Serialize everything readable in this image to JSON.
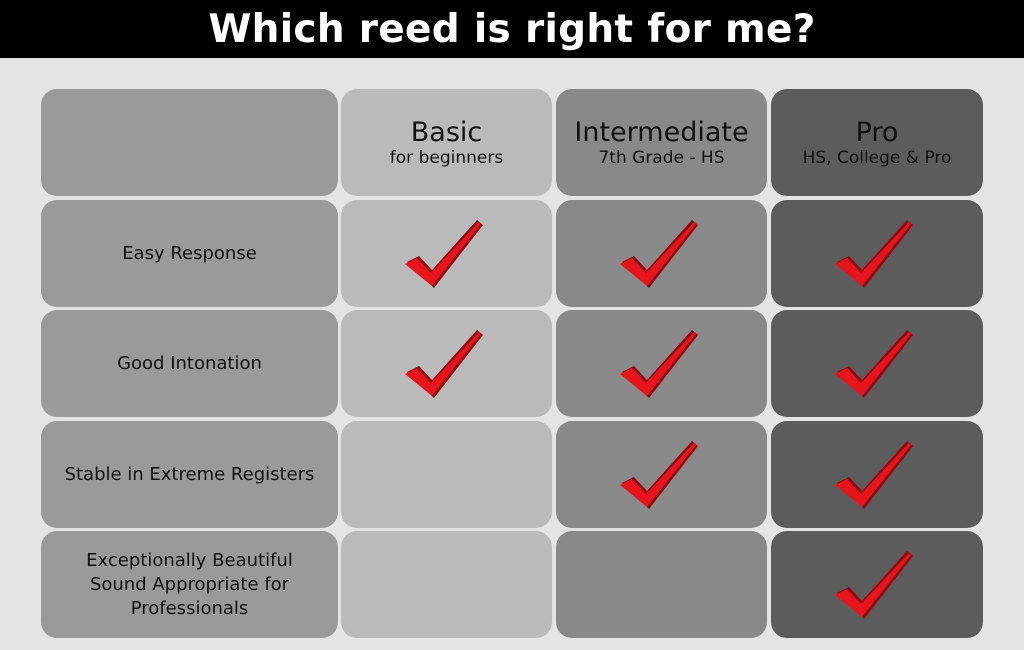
{
  "title": "Which reed is right for me?",
  "tiers": [
    {
      "name": "Basic",
      "subtitle": "for beginners"
    },
    {
      "name": "Intermediate",
      "subtitle": "7th Grade - HS"
    },
    {
      "name": "Pro",
      "subtitle": "HS, College & Pro"
    }
  ],
  "features": [
    {
      "label": "Easy Response",
      "basic": true,
      "intermediate": true,
      "pro": true
    },
    {
      "label": "Good Intonation",
      "basic": true,
      "intermediate": true,
      "pro": true
    },
    {
      "label": "Stable in Extreme Registers",
      "basic": false,
      "intermediate": true,
      "pro": true
    },
    {
      "label": "Exceptionally Beautiful Sound Appropriate for Professionals",
      "basic": false,
      "intermediate": false,
      "pro": true
    }
  ],
  "icons": {
    "check": "checkmark-icon"
  },
  "colors": {
    "header_bg": "#000000",
    "background": "#e4e4e4",
    "label_column": "#9a9a9a",
    "basic_column": "#bababa",
    "intermediate_column": "#898989",
    "pro_column": "#5c5c5c",
    "check": "#e8141c"
  }
}
